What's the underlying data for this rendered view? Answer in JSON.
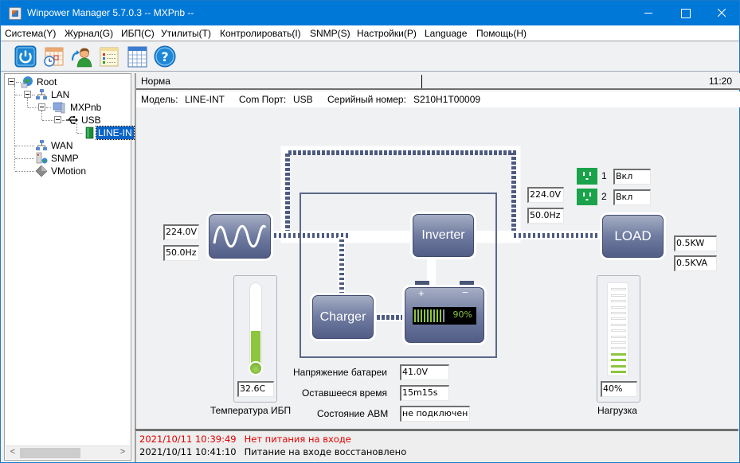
{
  "window": {
    "title": "Winpower Manager 5.7.0.3 -- MXPnb --",
    "controls": [
      "minimize",
      "maximize",
      "close"
    ]
  },
  "menu": [
    "Система(Y)",
    "Журнал(G)",
    "ИБП(C)",
    "Утилиты(T)",
    "Контролировать(I)",
    "SNMP(S)",
    "Настройки(P)",
    "Language",
    "Помощь(H)"
  ],
  "toolbar": [
    {
      "icon": "power-icon"
    },
    {
      "icon": "schedule-calendar-icon"
    },
    {
      "icon": "user-login-icon"
    },
    {
      "icon": "event-list-icon"
    },
    {
      "icon": "data-table-icon"
    },
    {
      "icon": "help-icon"
    }
  ],
  "tree": {
    "root": "Root",
    "lan": "LAN",
    "host": "MXPnb",
    "port": "USB",
    "device": "LINE-IN",
    "wan": "WAN",
    "snmp": "SNMP",
    "vmotion": "VMotion"
  },
  "status": {
    "state": "Норма",
    "time": "11:20"
  },
  "info": {
    "model_label": "Модель:",
    "model": "LINE-INT",
    "port_label": "Com Порт:",
    "port": "USB",
    "serial_label": "Серийный номер:",
    "serial": "S210H1T00009"
  },
  "input": {
    "voltage": "224.0V",
    "frequency": "50.0Hz"
  },
  "output": {
    "voltage": "224.0V",
    "frequency": "50.0Hz"
  },
  "blocks": {
    "inverter": "Inverter",
    "charger": "Charger",
    "load": "LOAD"
  },
  "battery": {
    "plus": "+",
    "minus": "−",
    "charge_percent": 90,
    "charge_label": "90%",
    "voltage_label": "Напряжение батареи",
    "voltage": "41.0V",
    "remaining_label": "Оставшееся время",
    "remaining": "15m15s",
    "ats_label": "Состояние АВМ",
    "ats": "не подключен"
  },
  "outlets": [
    {
      "number": "1",
      "state": "Вкл"
    },
    {
      "number": "2",
      "state": "Вкл"
    }
  ],
  "load": {
    "power_kw": "0.5KW",
    "power_kva": "0.5KVA",
    "percent": 40,
    "percent_label": "40%",
    "caption": "Нагрузка"
  },
  "temperature": {
    "value": "32.6C",
    "fill_fraction": 0.45,
    "caption": "Температура ИБП"
  },
  "log": [
    {
      "timestamp": "2021/10/11 10:39:49",
      "message": "Нет питания на входе",
      "color": "#e00000"
    },
    {
      "timestamp": "2021/10/11 10:41:10",
      "message": "Питание на входе восстановлено",
      "color": "#000000"
    }
  ],
  "colors": {
    "titlebar": "#0078d7",
    "block": "#6f7ba0",
    "ok_green": "#8dc63f",
    "outlet_green": "#1aa34a",
    "alarm_red": "#e00000"
  }
}
